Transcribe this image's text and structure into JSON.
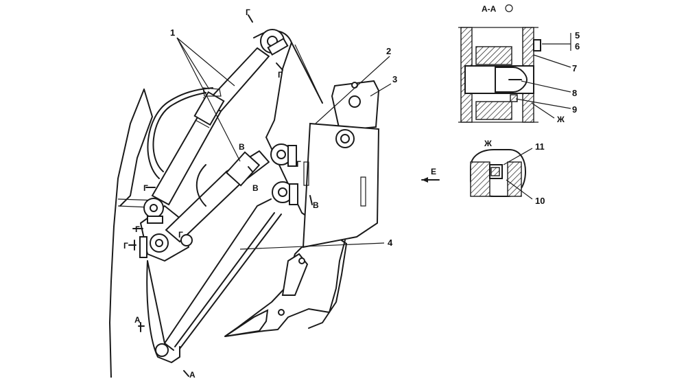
{
  "callouts": {
    "c1": "1",
    "c2": "2",
    "c3": "3",
    "c4": "4",
    "c5": "5",
    "c6": "6",
    "c7": "7",
    "c8": "8",
    "c9": "9",
    "c10": "10",
    "c11": "11"
  },
  "sections": {
    "aa_title": "А-А",
    "zh_title": "Ж",
    "zh_mark": "Ж",
    "e_view": "Е",
    "g": "Г",
    "v": "В",
    "a": "А"
  }
}
